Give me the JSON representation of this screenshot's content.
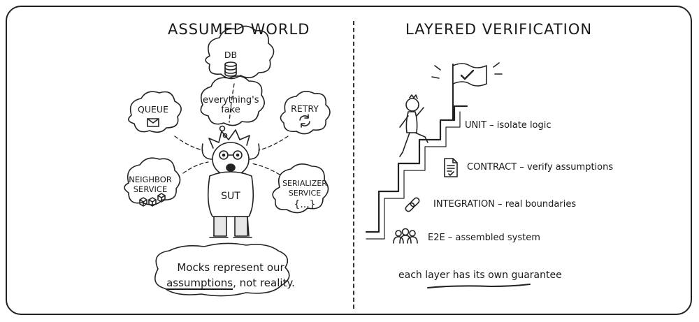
{
  "left_panel": {
    "title": "ASSUMED WORLD",
    "thought_bubble": "everything's fake",
    "subject_label": "SUT",
    "dependencies": [
      {
        "label": "DB",
        "icon": "database-icon"
      },
      {
        "label": "QUEUE",
        "icon": "envelope-icon"
      },
      {
        "label": "RETRY",
        "icon": "refresh-icon"
      },
      {
        "label": "NEIGHBOR SERVICE",
        "icon": "cubes-icon"
      },
      {
        "label": "SERIALIZER SERVICE",
        "icon": "braces-icon",
        "icon_text": "{...}"
      }
    ],
    "caption": {
      "line1": "Mocks represent our",
      "emphasis": "assumptions",
      "line2_rest": ", not reality."
    }
  },
  "right_panel": {
    "title": "LAYERED VERIFICATION",
    "layers": [
      {
        "name": "UNIT",
        "desc": "isolate logic",
        "icon": "none"
      },
      {
        "name": "CONTRACT",
        "desc": "verify assumptions",
        "icon": "document-check-icon"
      },
      {
        "name": "INTEGRATION",
        "desc": "real boundaries",
        "icon": "chain-link-icon"
      },
      {
        "name": "E2E",
        "desc": "assembled system",
        "icon": "people-group-icon"
      }
    ],
    "separator": "–",
    "footer_note": "each layer has its own guarantee"
  }
}
